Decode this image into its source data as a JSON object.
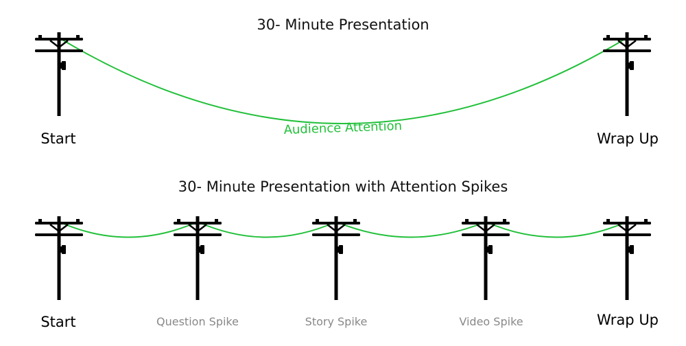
{
  "diagrams": [
    {
      "title": "30- Minute Presentation",
      "wire_label": "Audience Attention",
      "labels": {
        "start": "Start",
        "end": "Wrap Up"
      },
      "wire_color": "#22c03a"
    },
    {
      "title": "30- Minute Presentation with Attention Spikes",
      "labels": {
        "start": "Start",
        "spikes": [
          "Question Spike",
          "Story Spike",
          "Video Spike"
        ],
        "end": "Wrap Up"
      },
      "spike_label_color": "#888888",
      "wire_color": "#22c03a"
    }
  ]
}
